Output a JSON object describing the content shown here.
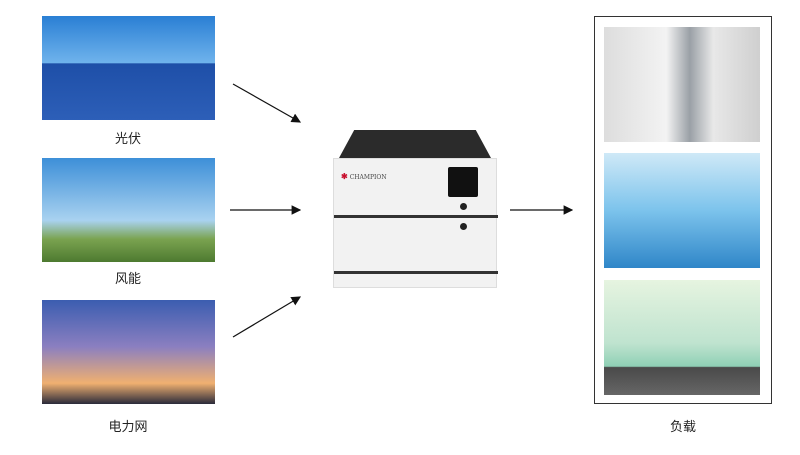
{
  "sources": [
    {
      "label": "光伏",
      "image": "solar-panels"
    },
    {
      "label": "风能",
      "image": "wind-turbines"
    },
    {
      "label": "电力网",
      "image": "power-grid"
    }
  ],
  "device": {
    "brand": "CHAMPION"
  },
  "load": {
    "label": "负载",
    "images": [
      "kitchen-appliances",
      "televisions",
      "electric-car"
    ]
  }
}
